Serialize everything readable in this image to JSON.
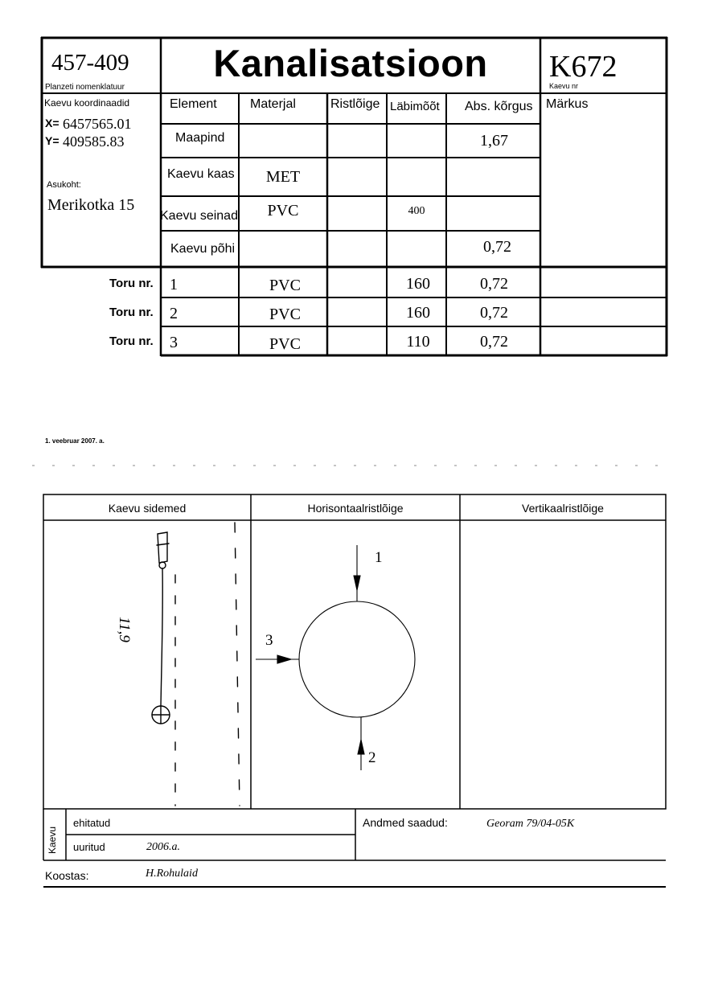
{
  "header": {
    "sheet_number": "457-409",
    "sheet_label": "Planzeti nomenklatuur",
    "title": "Kanalisatsioon",
    "well_number": "K672",
    "well_label": "Kaevu nr"
  },
  "coords": {
    "label": "Kaevu koordinaadid",
    "x_label": "X=",
    "x_value": "6457565.01",
    "y_label": "Y=",
    "y_value": "409585.83",
    "location_label": "Asukoht:",
    "location_value": "Merikotka 15"
  },
  "table": {
    "headers": [
      "Element",
      "Materjal",
      "Ristlõige",
      "Läbimõõt",
      "Abs. kõrgus",
      "Märkus"
    ],
    "rows": [
      {
        "element": "Maapind",
        "material": "",
        "cross": "",
        "diameter": "",
        "height": "1,67"
      },
      {
        "element": "Kaevu kaas",
        "material": "MET",
        "cross": "",
        "diameter": "",
        "height": ""
      },
      {
        "element": "Kaevu seinad",
        "material": "PVC",
        "cross": "",
        "diameter": "400",
        "height": ""
      },
      {
        "element": "Kaevu põhi",
        "material": "",
        "cross": "",
        "diameter": "",
        "height": "0,72"
      }
    ]
  },
  "pipes": [
    {
      "label": "Toru nr.",
      "number": "1",
      "material": "PVC",
      "cross": "",
      "diameter": "160",
      "height": "0,72",
      "note": ""
    },
    {
      "label": "Toru nr.",
      "number": "2",
      "material": "PVC",
      "cross": "",
      "diameter": "160",
      "height": "0,72",
      "note": ""
    },
    {
      "label": "Toru nr.",
      "number": "3",
      "material": "PVC",
      "cross": "",
      "diameter": "110",
      "height": "0,72",
      "note": ""
    }
  ],
  "date": "1. veebruar 2007. a.",
  "sketch": {
    "col1": "Kaevu sidemed",
    "col2": "Horisontaalristlõige",
    "col3": "Vertikaalristlõige",
    "distance": "11,9",
    "arrow_labels": [
      "1",
      "2",
      "3"
    ]
  },
  "footer": {
    "kaev_label": "Kaevu",
    "built_label": "ehitatud",
    "built_value": "",
    "surveyed_label": "uuritud",
    "surveyed_value": "2006.a.",
    "data_label": "Andmed saadud:",
    "data_value": "Georam 79/04-05K",
    "author_label": "Koostas:",
    "author_value": "H.Rohulaid"
  }
}
